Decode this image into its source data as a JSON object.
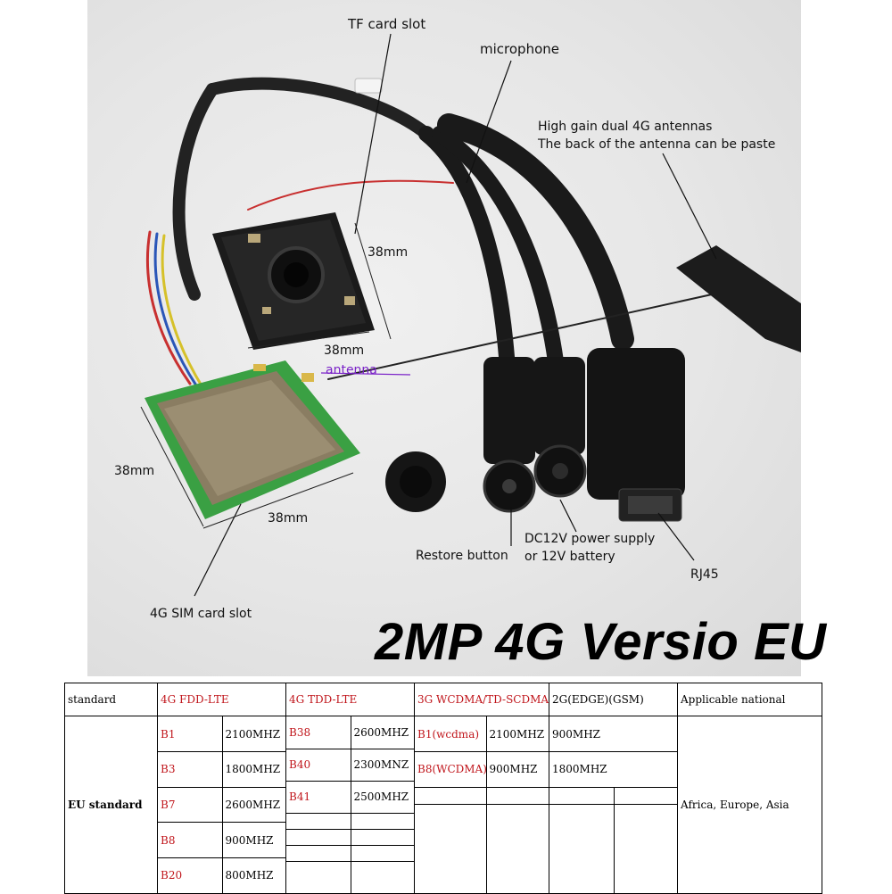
{
  "annotations": {
    "tf_card_slot": "TF card slot",
    "microphone": "microphone",
    "antenna_line1": "High gain dual 4G antennas",
    "antenna_line2": "The back of the antenna can be paste",
    "board_side_right": "38mm",
    "board_side_bottom": "38mm",
    "antenna_label": "antenna",
    "module_side_left": "38mm",
    "module_side_bottom": "38mm",
    "sim_slot": "4G SIM card slot",
    "restore_button": "Restore button",
    "dc_line1": "DC12V power supply",
    "dc_line2": "or 12V battery",
    "rj45": "RJ45",
    "headline": "2MP 4G Versio EU"
  },
  "colors": {
    "band_red": "#c0151b",
    "antenna_purple": "#7a22c8",
    "pcb_black": "#1b1b1b",
    "pcb_green": "#3aa043",
    "shield_gold": "#8a7d62"
  },
  "table": {
    "headers": [
      "standard",
      "4G FDD-LTE",
      "4G TDD-LTE",
      "3G WCDMA/TD-SCDMA",
      "2G(EDGE)(GSM)",
      "Applicable national"
    ],
    "row_label": "EU standard",
    "fdd": [
      {
        "band": "B1",
        "freq": "2100MHZ"
      },
      {
        "band": "B3",
        "freq": "1800MHZ"
      },
      {
        "band": "B7",
        "freq": "2600MHZ"
      },
      {
        "band": "B8",
        "freq": "900MHZ"
      },
      {
        "band": "B20",
        "freq": "800MHZ"
      }
    ],
    "tdd": [
      {
        "band": "B38",
        "freq": "2600MHZ"
      },
      {
        "band": "B40",
        "freq": "2300MNZ"
      },
      {
        "band": "B41",
        "freq": "2500MHZ"
      }
    ],
    "wcdma": [
      {
        "band": "B1(wcdma)",
        "freq": "2100MHZ"
      },
      {
        "band": "B8(WCDMA)",
        "freq": "900MHZ"
      }
    ],
    "gsm": [
      "900MHZ",
      "1800MHZ"
    ],
    "national": "Africa, Europe, Asia"
  }
}
